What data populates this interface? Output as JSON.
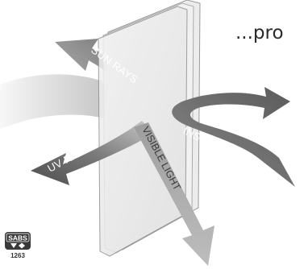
{
  "headline": "...pro",
  "labels": {
    "sun_rays": "SUN RAYS",
    "uv_rays": "UV RAYS",
    "visible_light": "VISIBLE LIGHT",
    "inside_room_heat": "INSIDE ROOM HEAT"
  },
  "logo": {
    "text": "SABS",
    "number": "1263"
  },
  "colors": {
    "glass_light": "#e6e6e6",
    "glass_edge": "#9a9a9a",
    "arrow_dark": "#5f5f5f",
    "arrow_mid": "#8c8c8c",
    "arrow_light": "#cfcfcf"
  }
}
